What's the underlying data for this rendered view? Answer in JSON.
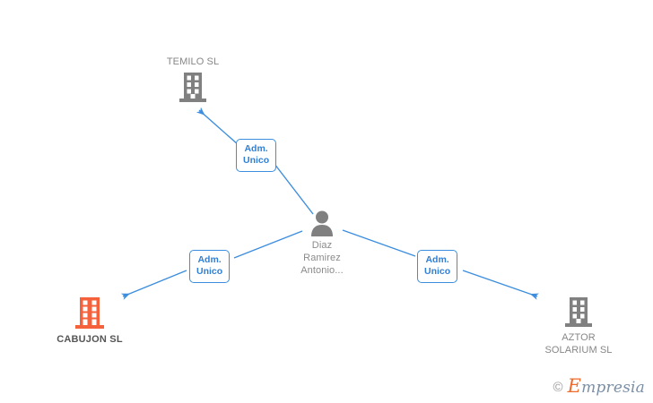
{
  "diagram": {
    "type": "corporate-relationship-graph",
    "background_color": "#ffffff",
    "edge_color": "#3d8ede",
    "company_icon_color": "#808080",
    "focus_icon_color": "#f4613a",
    "person_icon_color": "#808080"
  },
  "nodes": [
    {
      "id": "temilo",
      "kind": "company",
      "label": "TEMILO SL",
      "icon": "building-icon",
      "label_position": "above",
      "highlighted": false
    },
    {
      "id": "person",
      "kind": "person",
      "label": "Diaz\nRamirez\nAntonio...",
      "icon": "person-icon",
      "label_position": "below",
      "highlighted": false
    },
    {
      "id": "cabujon",
      "kind": "company",
      "label": "CABUJON SL",
      "icon": "building-icon",
      "label_position": "below",
      "highlighted": true
    },
    {
      "id": "aztor",
      "kind": "company",
      "label": "AZTOR\nSOLARIUM SL",
      "icon": "building-icon",
      "label_position": "below",
      "highlighted": false
    }
  ],
  "edges": [
    {
      "id": "edge-temilo",
      "from": "person",
      "to": "temilo",
      "label": "Adm.\nUnico"
    },
    {
      "id": "edge-cabujon",
      "from": "person",
      "to": "cabujon",
      "label": "Adm.\nUnico"
    },
    {
      "id": "edge-aztor",
      "from": "person",
      "to": "aztor",
      "label": "Adm.\nUnico"
    }
  ],
  "watermark": {
    "copyright_symbol": "©",
    "brand_initial": "E",
    "brand_rest": "mpresia"
  }
}
